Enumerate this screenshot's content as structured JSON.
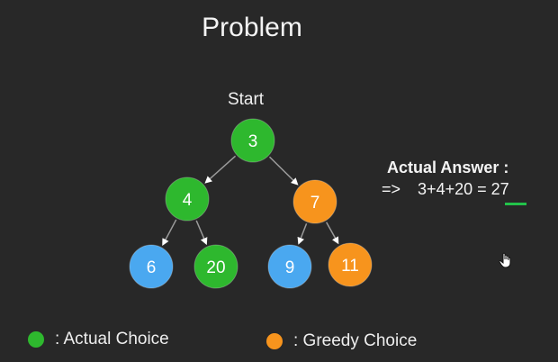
{
  "title": "Problem",
  "start_label": "Start",
  "colors": {
    "green": "#2eb82e",
    "orange": "#f7941d",
    "blue": "#4aa8f0",
    "edge": "#9a9a9a",
    "underline": "#22c24a"
  },
  "nodes": [
    {
      "id": "n3",
      "label": "3",
      "color": "green"
    },
    {
      "id": "n4",
      "label": "4",
      "color": "green"
    },
    {
      "id": "n7",
      "label": "7",
      "color": "orange"
    },
    {
      "id": "n6",
      "label": "6",
      "color": "blue"
    },
    {
      "id": "n20",
      "label": "20",
      "color": "green"
    },
    {
      "id": "n9",
      "label": "9",
      "color": "blue"
    },
    {
      "id": "n11",
      "label": "11",
      "color": "orange"
    }
  ],
  "edges": [
    {
      "from": "n3",
      "to": "n4"
    },
    {
      "from": "n3",
      "to": "n7"
    },
    {
      "from": "n4",
      "to": "n6"
    },
    {
      "from": "n4",
      "to": "n20"
    },
    {
      "from": "n7",
      "to": "n9"
    },
    {
      "from": "n7",
      "to": "n11"
    }
  ],
  "answer": {
    "title": "Actual Answer :",
    "arrow": "=>",
    "expression": "3+4+20 =",
    "result": "27"
  },
  "legend": {
    "actual": ": Actual Choice",
    "greedy": ": Greedy Choice"
  },
  "cursor_icon": "hand-cursor-icon"
}
